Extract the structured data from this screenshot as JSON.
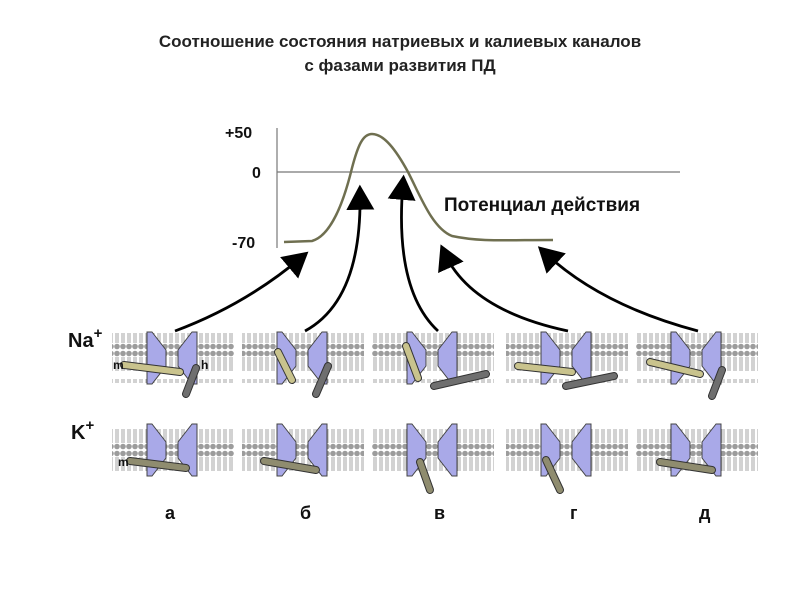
{
  "title_line1": "Соотношение состояния натриевых и калиевых каналов",
  "title_line2": "с фазами развития ПД",
  "graph": {
    "y_ticks": [
      "+50",
      "0",
      "-70"
    ],
    "curve_label": "Потенциал действия"
  },
  "row_labels": {
    "na": "Na",
    "na_sup": "+",
    "k": "K",
    "k_sup": "+"
  },
  "gate_labels": {
    "m": "m",
    "h": "h"
  },
  "phase_labels": [
    "а",
    "б",
    "в",
    "г",
    "д"
  ],
  "colors": {
    "membrane": "#9a9a9a",
    "channel": "#a9a9e8",
    "m_gate": "#c9c38d",
    "h_gate": "#6f6f6f",
    "k_gate": "#8f8c6f",
    "curve": "#6f6f50"
  }
}
